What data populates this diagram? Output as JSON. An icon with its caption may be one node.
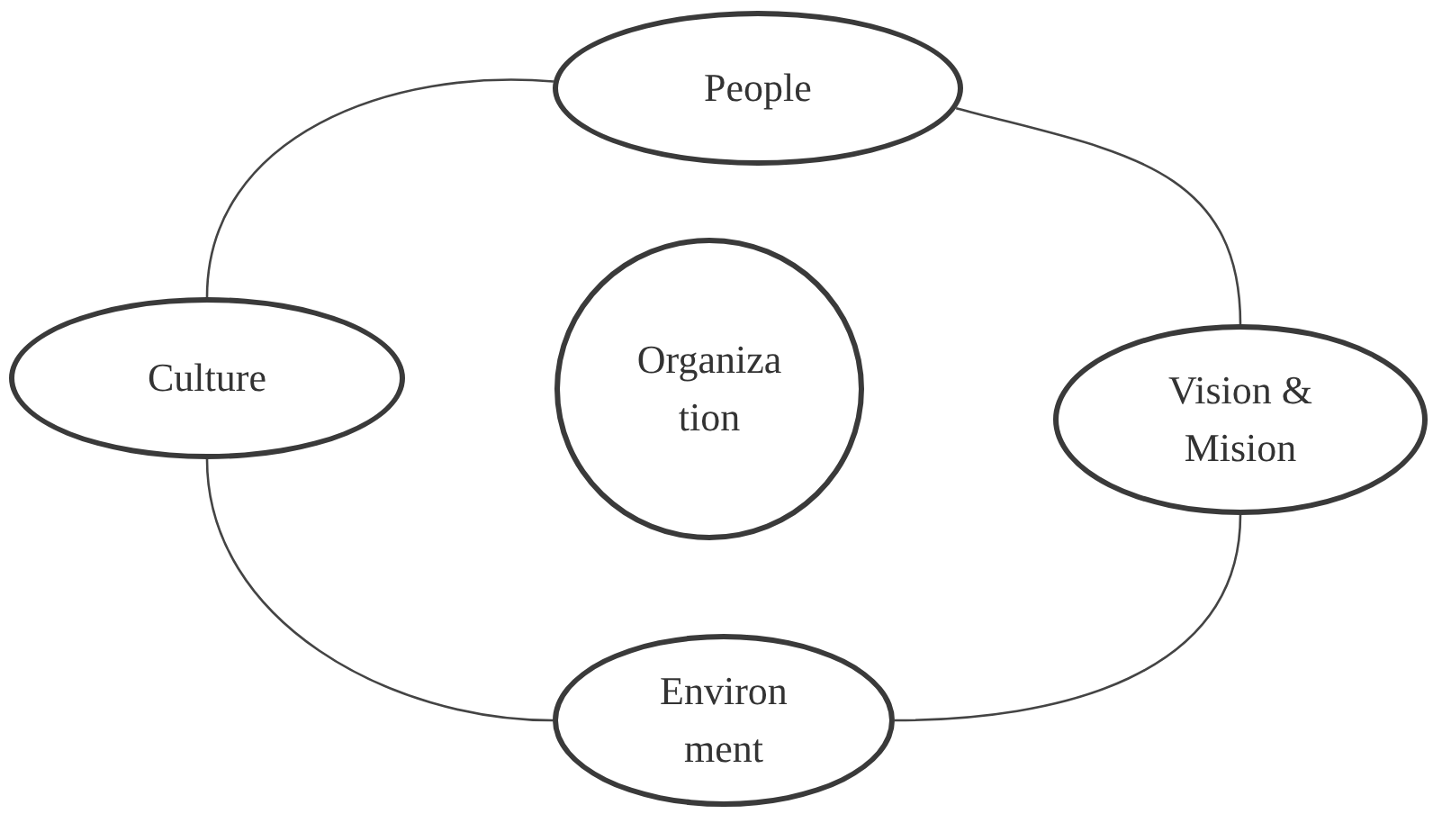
{
  "diagram": {
    "nodes": [
      {
        "text": [
          "People"
        ]
      },
      {
        "text": [
          "Culture"
        ]
      },
      {
        "text": [
          "Organiza tion"
        ]
      },
      {
        "text": [
          "Vision & Mision"
        ]
      },
      {
        "text": [
          "Environ ment"
        ]
      }
    ],
    "edges": [
      {
        "from": 0,
        "to": 1,
        "arrow": "none"
      },
      {
        "from": 0,
        "to": 3,
        "arrow": "none"
      },
      {
        "from": 3,
        "to": 4,
        "arrow": "none"
      },
      {
        "from": 4,
        "to": 1,
        "arrow": "none"
      }
    ]
  }
}
